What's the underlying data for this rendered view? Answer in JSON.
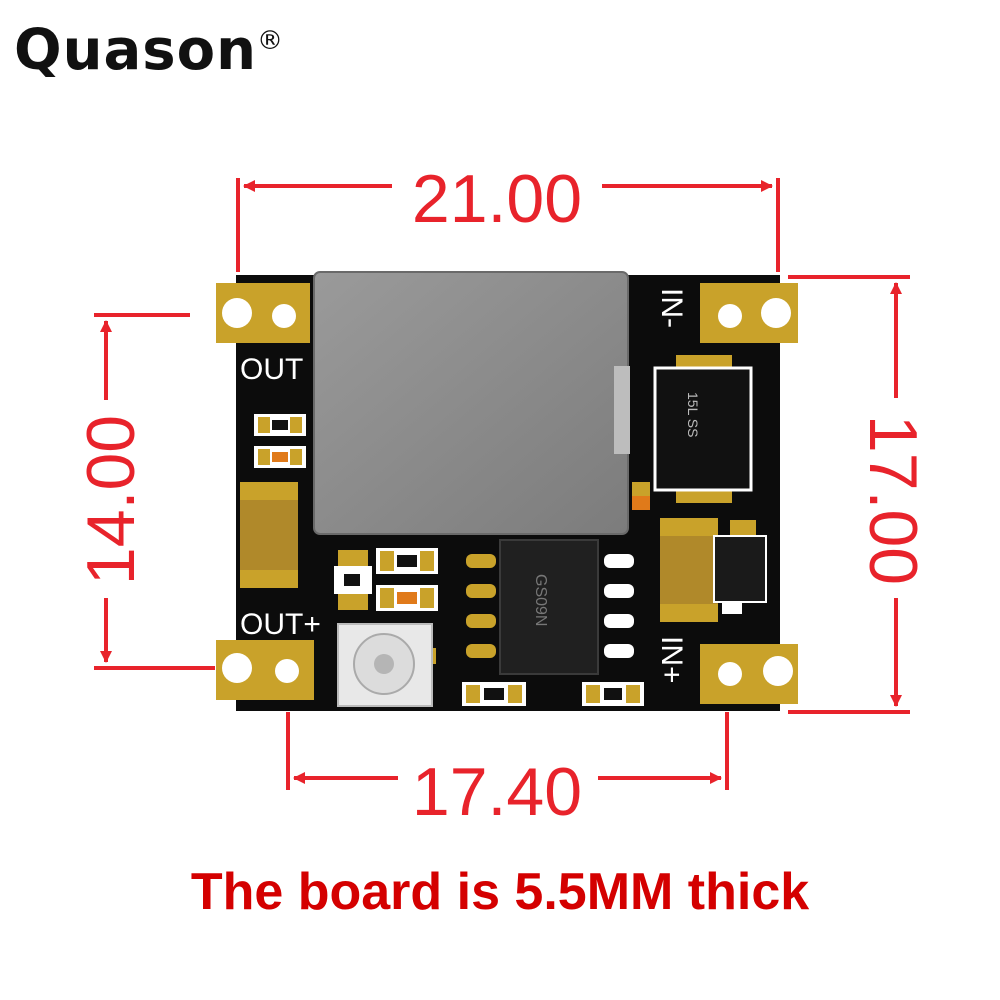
{
  "brand": {
    "name": "Quason",
    "trademark": "®"
  },
  "dimensions": {
    "top_width": "21.00",
    "bottom_width": "17.40",
    "left_height": "14.00",
    "right_height": "17.00"
  },
  "board_labels": {
    "out_minus": "OUT",
    "out_plus": "OUT+",
    "in_minus": "IN-",
    "in_plus": "IN+"
  },
  "chip_markings": {
    "diode": "15L SS",
    "ic": "GS09N"
  },
  "caption": "The board is 5.5MM thick",
  "colors": {
    "dimension": "#e8232b",
    "caption": "#d40000",
    "pcb": "#0c0c0c",
    "pad": "#c9a22a",
    "inductor": "#8a8a8a"
  }
}
